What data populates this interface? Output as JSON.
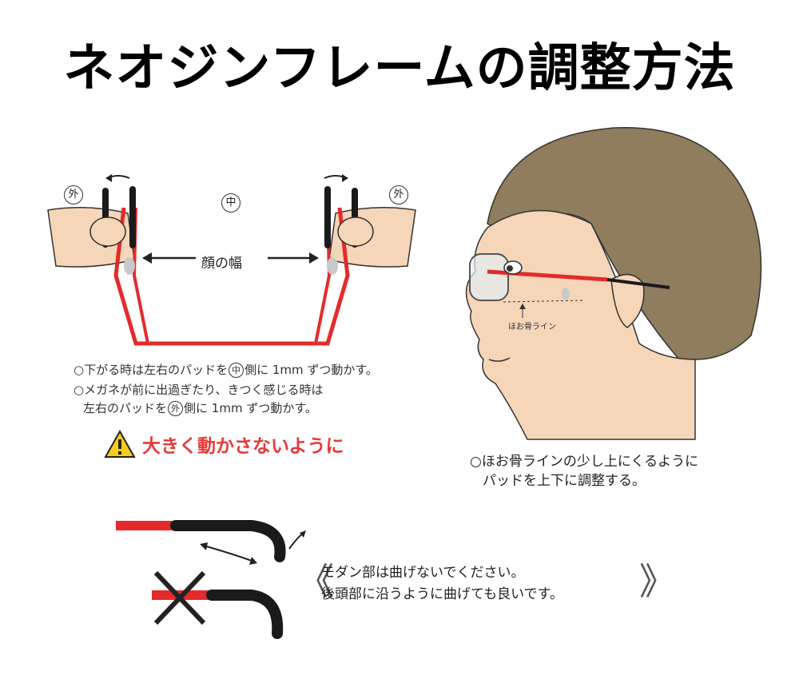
{
  "title": "ネオジンフレームの調整方法",
  "labels": {
    "outer": "外",
    "center": "中",
    "face_width": "顔の幅",
    "cheekbone_line": "ほお骨ライン"
  },
  "pad_instructions": {
    "line1_pre": "○下がる時は左右のパッドを",
    "line1_circle": "中",
    "line1_post": "側に 1mm ずつ動かす。",
    "line2": "○メガネが前に出過ぎたり、きつく感じる時は",
    "line3_pre": "左右のパッドを",
    "line3_circle": "外",
    "line3_post": "側に 1mm ずつ動かす。"
  },
  "warning": "大きく動かさないように",
  "face_note": {
    "line1": "○ほお骨ラインの少し上にくるように",
    "line2": "パッドを上下に調整する。"
  },
  "modern_note": {
    "line1": "モダン部は曲げないでください。",
    "line2": "後頭部に沿うように曲げても良いです。"
  },
  "brackets": {
    "open": "《",
    "close": "》"
  },
  "colors": {
    "frame_red": "#e32b2b",
    "modern_black": "#1a1a1a",
    "skin": "#f6d6b8",
    "hair": "#8f7d5d",
    "warning_red": "#e53a3a",
    "warning_yellow": "#f5cc1d"
  }
}
